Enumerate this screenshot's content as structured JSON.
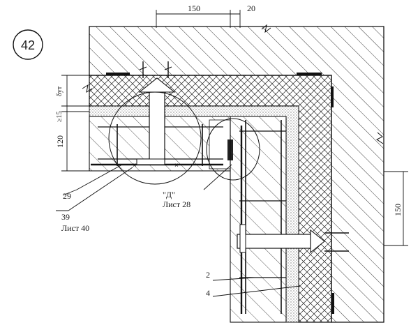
{
  "detail": {
    "number": "42"
  },
  "dimensions": {
    "top_150": "150",
    "top_20": "20",
    "delta_ut": "δут",
    "ge15": "≥15",
    "left_120": "120",
    "right_150": "150"
  },
  "callouts": {
    "c29": "29",
    "c39": "39",
    "c39_sheet": "Лист 40",
    "d_label": "\"Д\"",
    "d_sheet": "Лист 28",
    "c2": "2",
    "c4": "4"
  }
}
